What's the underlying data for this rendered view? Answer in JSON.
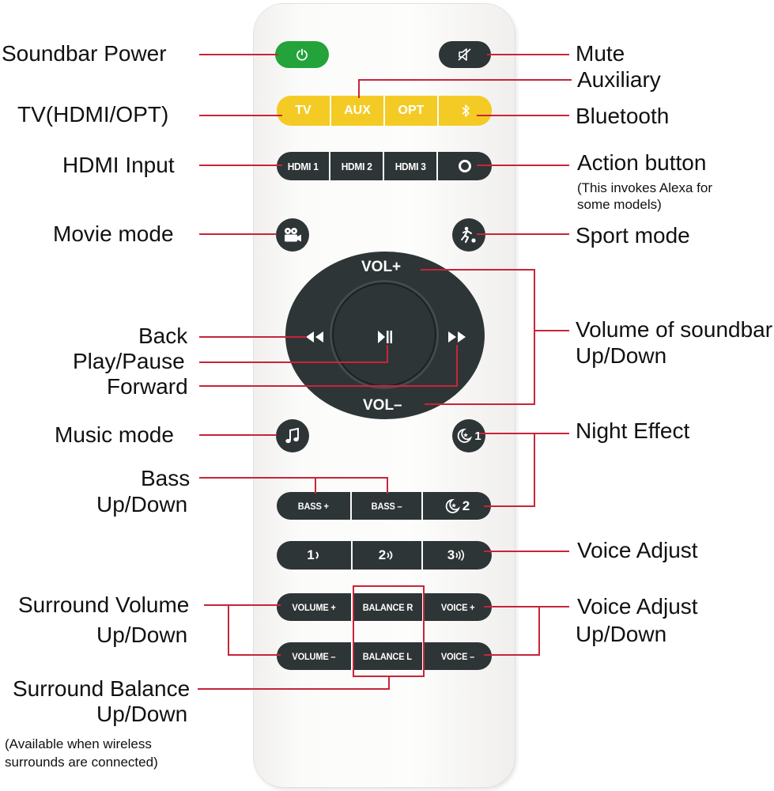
{
  "labels": {
    "soundbar_power": "Soundbar Power",
    "mute": "Mute",
    "auxiliary": "Auxiliary",
    "tv_hdmi_opt": "TV(HDMI/OPT)",
    "bluetooth": "Bluetooth",
    "hdmi_input": "HDMI Input",
    "action_button": "Action button",
    "action_note_1": "(This invokes Alexa for",
    "action_note_2": "some models)",
    "movie_mode": "Movie mode",
    "sport_mode": "Sport mode",
    "back": "Back",
    "play_pause": "Play/Pause",
    "forward": "Forward",
    "volume_1": "Volume of soundbar",
    "volume_2": "Up/Down",
    "music_mode": "Music mode",
    "night_effect": "Night Effect",
    "bass_1": "Bass",
    "bass_2": "Up/Down",
    "voice_adjust": "Voice Adjust",
    "surround_volume_1": "Surround Volume",
    "surround_volume_2": "Up/Down",
    "voice_adjust_ud_1": "Voice Adjust",
    "voice_adjust_ud_2": "Up/Down",
    "surround_balance_1": "Surround Balance",
    "surround_balance_2": "Up/Down",
    "surround_note_1": "(Available when wireless",
    "surround_note_2": "surrounds are connected)"
  },
  "buttons": {
    "tv": "TV",
    "aux": "AUX",
    "opt": "OPT",
    "hdmi1": "HDMI 1",
    "hdmi2": "HDMI 2",
    "hdmi3": "HDMI 3",
    "vol_up": "VOL+",
    "vol_down": "VOL–",
    "bass_up": "BASS +",
    "bass_down": "BASS –",
    "night2": "2",
    "night1": "1",
    "voice1": "1",
    "voice2": "2",
    "voice3": "3",
    "volume_up": "VOLUME +",
    "volume_down": "VOLUME –",
    "balance_r": "BALANCE R",
    "balance_l": "BALANCE L",
    "voice_up": "VOICE +",
    "voice_down": "VOICE –"
  },
  "icons": {
    "power": "power-icon",
    "mute": "speaker-mute-icon",
    "bluetooth": "bluetooth-icon",
    "action": "ring-icon",
    "movie": "movie-camera-icon",
    "sport": "soccer-player-icon",
    "back": "rewind-icon",
    "play": "play-pause-icon",
    "forward": "fast-forward-icon",
    "music": "music-note-icon",
    "night": "moon-star-icon",
    "voice": "sound-wave-icon"
  },
  "colors": {
    "callout_line": "#c8243a",
    "remote_body": "#fbfbfa",
    "button_dark": "#2e3536",
    "button_yellow": "#f4cb25",
    "button_green": "#23a33a"
  }
}
